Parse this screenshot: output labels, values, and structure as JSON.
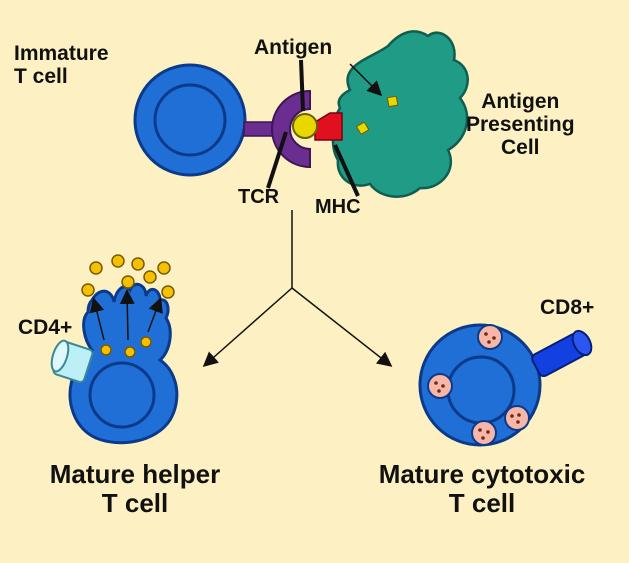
{
  "labels": {
    "immature_line1": "Immature",
    "immature_line2": "T cell",
    "antigen": "Antigen",
    "apc_line1": "Antigen",
    "apc_line2": "Presenting",
    "apc_line3": "Cell",
    "tcr": "TCR",
    "mhc": "MHC",
    "cd4": "CD4+",
    "cd8": "CD8+",
    "helper_line1": "Mature helper",
    "helper_line2": "T cell",
    "cytotoxic_line1": "Mature cytotoxic",
    "cytotoxic_line2": "T cell"
  },
  "colors": {
    "background": "#fdf0c2",
    "t_cell_blue": "#1f6fd6",
    "cell_outline": "#0b3a8a",
    "apc_teal": "#1f9b86",
    "tcr_purple": "#6b2d8f",
    "mhc_red": "#e0101e",
    "antigen_yellow": "#e8d800",
    "cytokine_yellow": "#f5c000",
    "cd4_light": "#bdeff7",
    "granule_pink": "#f7b6a6"
  }
}
